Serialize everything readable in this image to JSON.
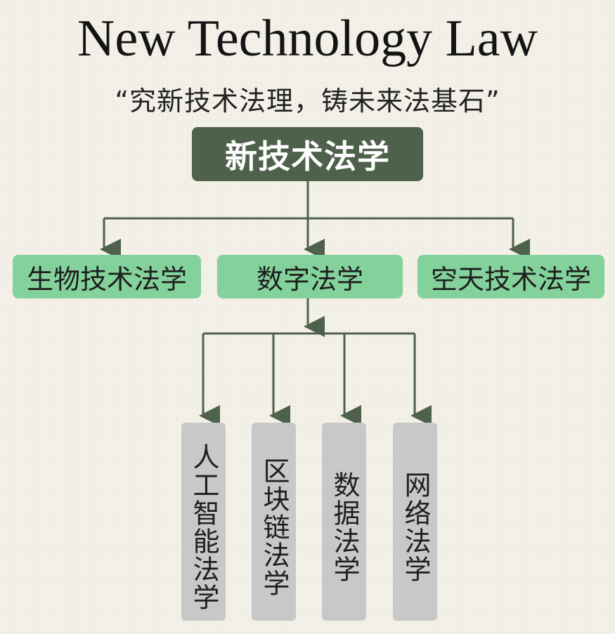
{
  "header": {
    "title": "New Technology Law",
    "subtitle": "“究新技术法理，铸未来法基石”"
  },
  "root": {
    "label": "新技术法学"
  },
  "branches": [
    {
      "label": "生物技术法学"
    },
    {
      "label": "数字法学"
    },
    {
      "label": "空天技术法学"
    }
  ],
  "digital_children": [
    {
      "label": "人工智能法学"
    },
    {
      "label": "区块链法学"
    },
    {
      "label": "数据法学"
    },
    {
      "label": "网络法学"
    }
  ],
  "colors": {
    "background": "#f3f0e8",
    "root_fill": "#4e614b",
    "branch_fill": "#84d29b",
    "leaf_fill": "#c7c8c8",
    "connector": "#4e614b"
  }
}
